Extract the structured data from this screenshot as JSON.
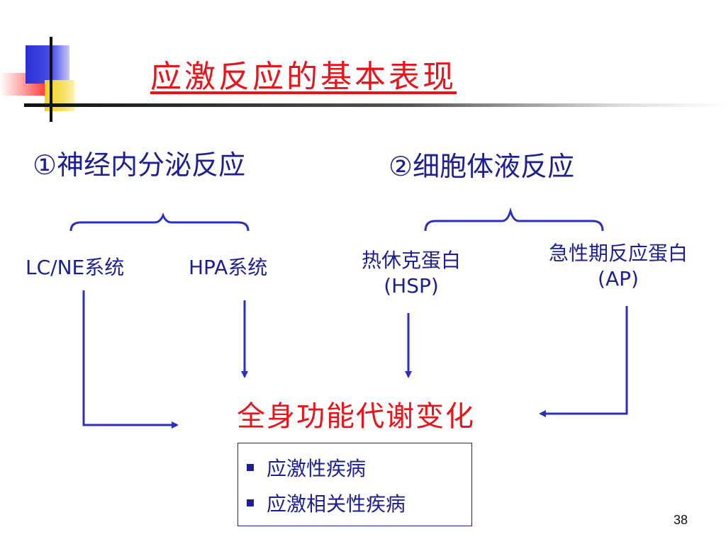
{
  "slide": {
    "title": "应激反应的基本表现",
    "page_number": "38"
  },
  "branches": [
    {
      "label": "①神经内分泌反应",
      "items": [
        "LC/NE系统",
        "HPA系统"
      ]
    },
    {
      "label": "②细胞体液反应",
      "items": [
        {
          "line1": "热休克蛋白",
          "line2": "(HSP)"
        },
        {
          "line1": "急性期反应蛋白",
          "line2": "(AP)"
        }
      ]
    }
  ],
  "outcome": "全身功能代谢变化",
  "diseases": [
    "应激性疾病",
    "应激相关性疾病"
  ],
  "colors": {
    "title": "#e8141a",
    "text": "#1c1f93",
    "outcome": "#e8141a",
    "connector": "#2b2fc0"
  }
}
